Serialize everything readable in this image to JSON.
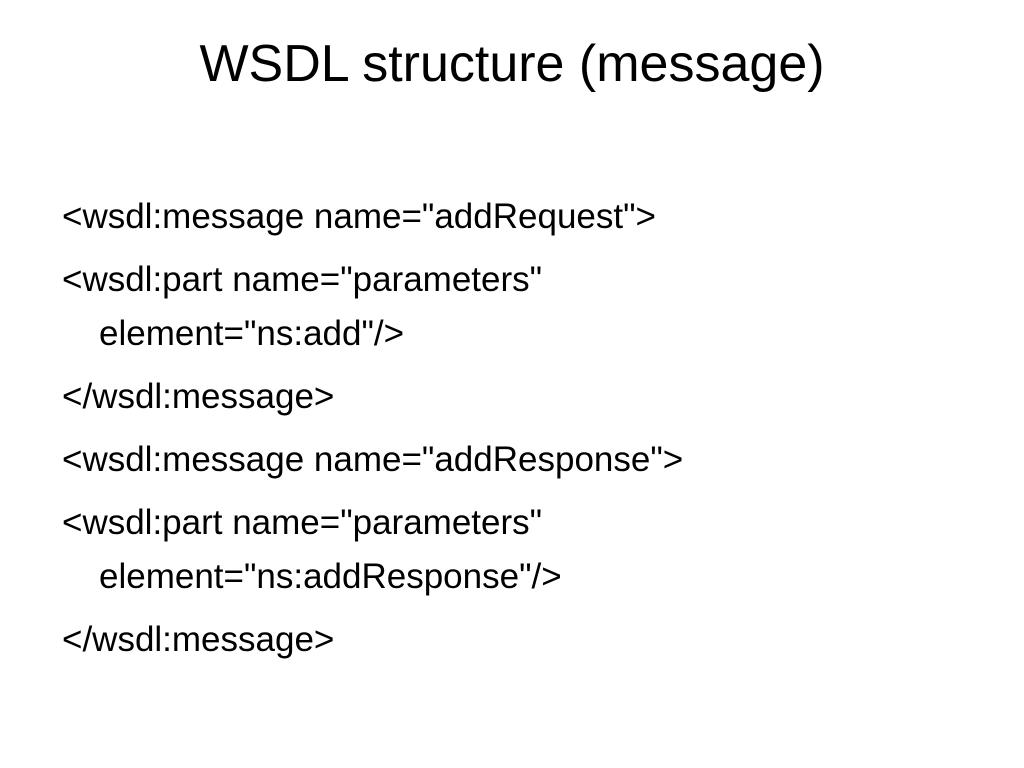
{
  "slide": {
    "title": "WSDL structure (message)",
    "lines": [
      {
        "text": "<wsdl:message name=\"addRequest\">"
      },
      {
        "text": "<wsdl:part name=\"parameters\"",
        "continuation": "element=\"ns:add\"/>"
      },
      {
        "text": "</wsdl:message>"
      },
      {
        "text": "<wsdl:message name=\"addResponse\">"
      },
      {
        "text": "<wsdl:part name=\"parameters\"",
        "continuation": "element=\"ns:addResponse\"/>"
      },
      {
        "text": "</wsdl:message>"
      }
    ]
  }
}
